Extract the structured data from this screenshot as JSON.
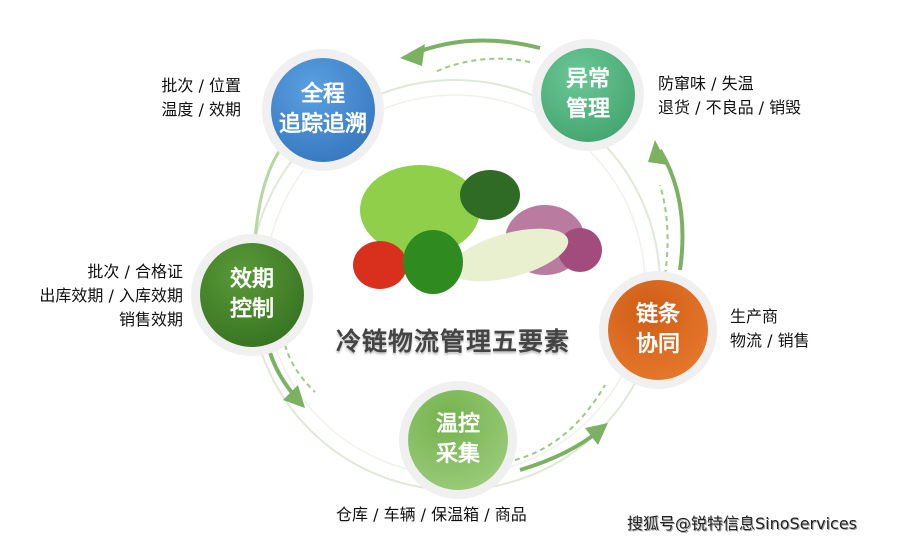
{
  "title": "冷链物流管理五要素",
  "nodes": [
    {
      "id": "trace",
      "line1": "全程",
      "line2": "追踪追溯",
      "color": "#3b7fc8",
      "details": [
        "批次 / 位置",
        "温度 / 效期"
      ]
    },
    {
      "id": "exception",
      "line1": "异常",
      "line2": "管理",
      "color": "#4fb07a",
      "details": [
        "防窜味 / 失温",
        "退货 / 不良品 / 销毁"
      ]
    },
    {
      "id": "expiry",
      "line1": "效期",
      "line2": "控制",
      "color": "#3f7a25",
      "details": [
        "批次 / 合格证",
        "出库效期 / 入库效期",
        "销售效期"
      ]
    },
    {
      "id": "chain",
      "line1": "链条",
      "line2": "协同",
      "color": "#e2661c",
      "details": [
        "生产商",
        "物流 / 销售"
      ]
    },
    {
      "id": "temp",
      "line1": "温控",
      "line2": "采集",
      "color": "#7fba5a",
      "details": [
        "仓库 / 车辆 / 保温箱 / 商品"
      ]
    }
  ],
  "watermark": "搜狐号@锐特信息SinoServices"
}
